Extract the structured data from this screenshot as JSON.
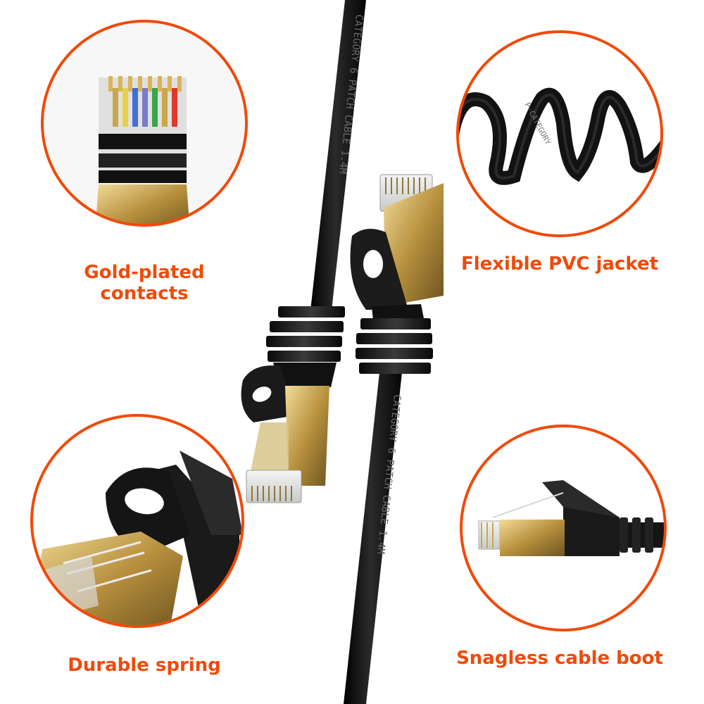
{
  "captions": {
    "gold_line1": "Gold-plated",
    "gold_line2": "contacts",
    "pvc": "Flexible PVC jacket",
    "spring": "Durable spring",
    "boot": "Snagless cable boot"
  },
  "cable_print": {
    "upper": "CATEGORY 6 PATCH CABLE 1.4M",
    "lower": "CATEGORY 6 PATCH CABLE 1.4M",
    "coil": "P-CATEGORY"
  },
  "colors": {
    "accent": "#f04a0a",
    "cable": "#151515",
    "gold": "#c9a85a"
  }
}
